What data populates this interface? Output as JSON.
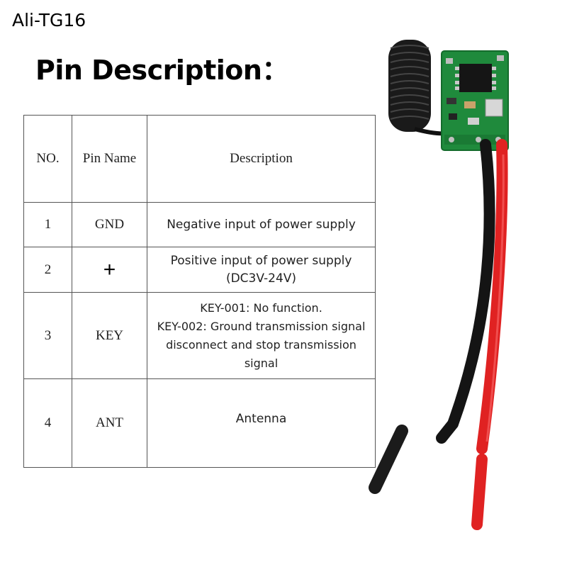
{
  "brand": "Ali-TG16",
  "heading": "Pin Description：",
  "table": {
    "headers": [
      "NO.",
      "Pin Name",
      "Description"
    ],
    "rows": [
      {
        "no": "1",
        "pin": "GND",
        "description": [
          "Negative input of power supply"
        ]
      },
      {
        "no": "2",
        "pin": "+",
        "description": [
          "Positive input of power supply",
          "(DC3V-24V)"
        ]
      },
      {
        "no": "3",
        "pin": "KEY",
        "description": [
          "KEY-001: No function.",
          "KEY-002: Ground transmission signal",
          "disconnect and stop transmission signal"
        ]
      },
      {
        "no": "4",
        "pin": "ANT",
        "description": [
          "Antenna"
        ]
      }
    ]
  },
  "colors": {
    "pcb": "#1f8a3c",
    "antenna": "#111111",
    "wire_black": "#141414",
    "wire_red": "#e02222",
    "border": "#555555"
  }
}
